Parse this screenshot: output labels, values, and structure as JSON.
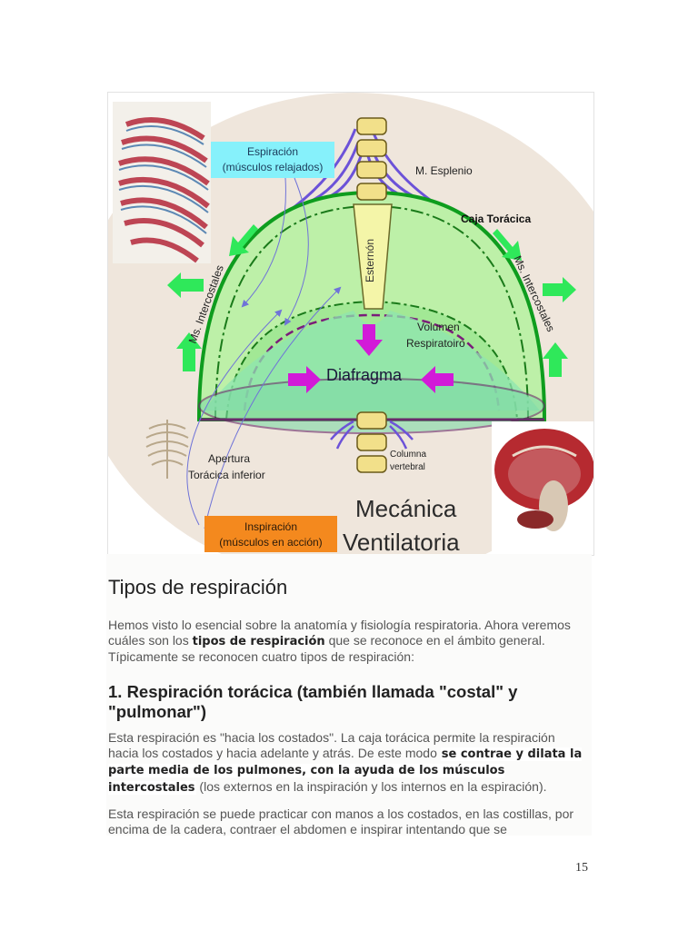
{
  "figure": {
    "labels": {
      "espiracion_line1": "Espiración",
      "espiracion_line2": "(músculos relajados)",
      "esplenio": "M. Esplenio",
      "caja_toracica": "Caja Torácica",
      "intercostales_left": "Ms. Intercostales",
      "intercostales_right": "Ms. Intercostales",
      "esternon": "Esternón",
      "volumen_line1": "Volumen",
      "volumen_line2": "Respiratoiro",
      "diafragma": "Diafragma",
      "apertura_line1": "Apertura",
      "apertura_line2": "Torácica inferior",
      "columna_line1": "Columna",
      "columna_line2": "vertebral",
      "inspiracion_line1": "Inspiración",
      "inspiracion_line2": "(músculos en acción)",
      "mecanica_line1": "Mecánica",
      "mecanica_line2": "Ventilatoria"
    },
    "colors": {
      "green_arrow": "#2fe85a",
      "magenta_arrow": "#d21ad8",
      "espiracion_box": "#86f1fb",
      "inspiracion_box": "#f4891e",
      "spine": "#f2e08a",
      "ribcage": "#0e9d1e"
    }
  },
  "content": {
    "heading": "Tipos de respiración",
    "intro": {
      "part1": "Hemos visto lo esencial sobre la anatomía y fisiología respiratoria. Ahora veremos cuáles son los ",
      "bold": "tipos de respiración",
      "part2": " que se reconoce en el ámbito general. Típicamente se reconocen cuatro tipos de respiración:"
    },
    "subheading": "1. Respiración torácica (también llamada \"costal\" y \"pulmonar\")",
    "p1": {
      "part1": "Esta respiración es \"hacia los costados\". La caja torácica permite la respiración hacia los costados y hacia adelante y atrás. De este modo ",
      "bold": "se contrae y dilata la parte media de los pulmones, con la ayuda de los músculos intercostales",
      "part2": " (los externos en la inspiración y los internos en la espiración)."
    },
    "p2": "Esta respiración se puede practicar con manos a los costados, en las costillas, por encima de la cadera, contraer el abdomen e inspirar intentando que se"
  },
  "page_number": "15"
}
